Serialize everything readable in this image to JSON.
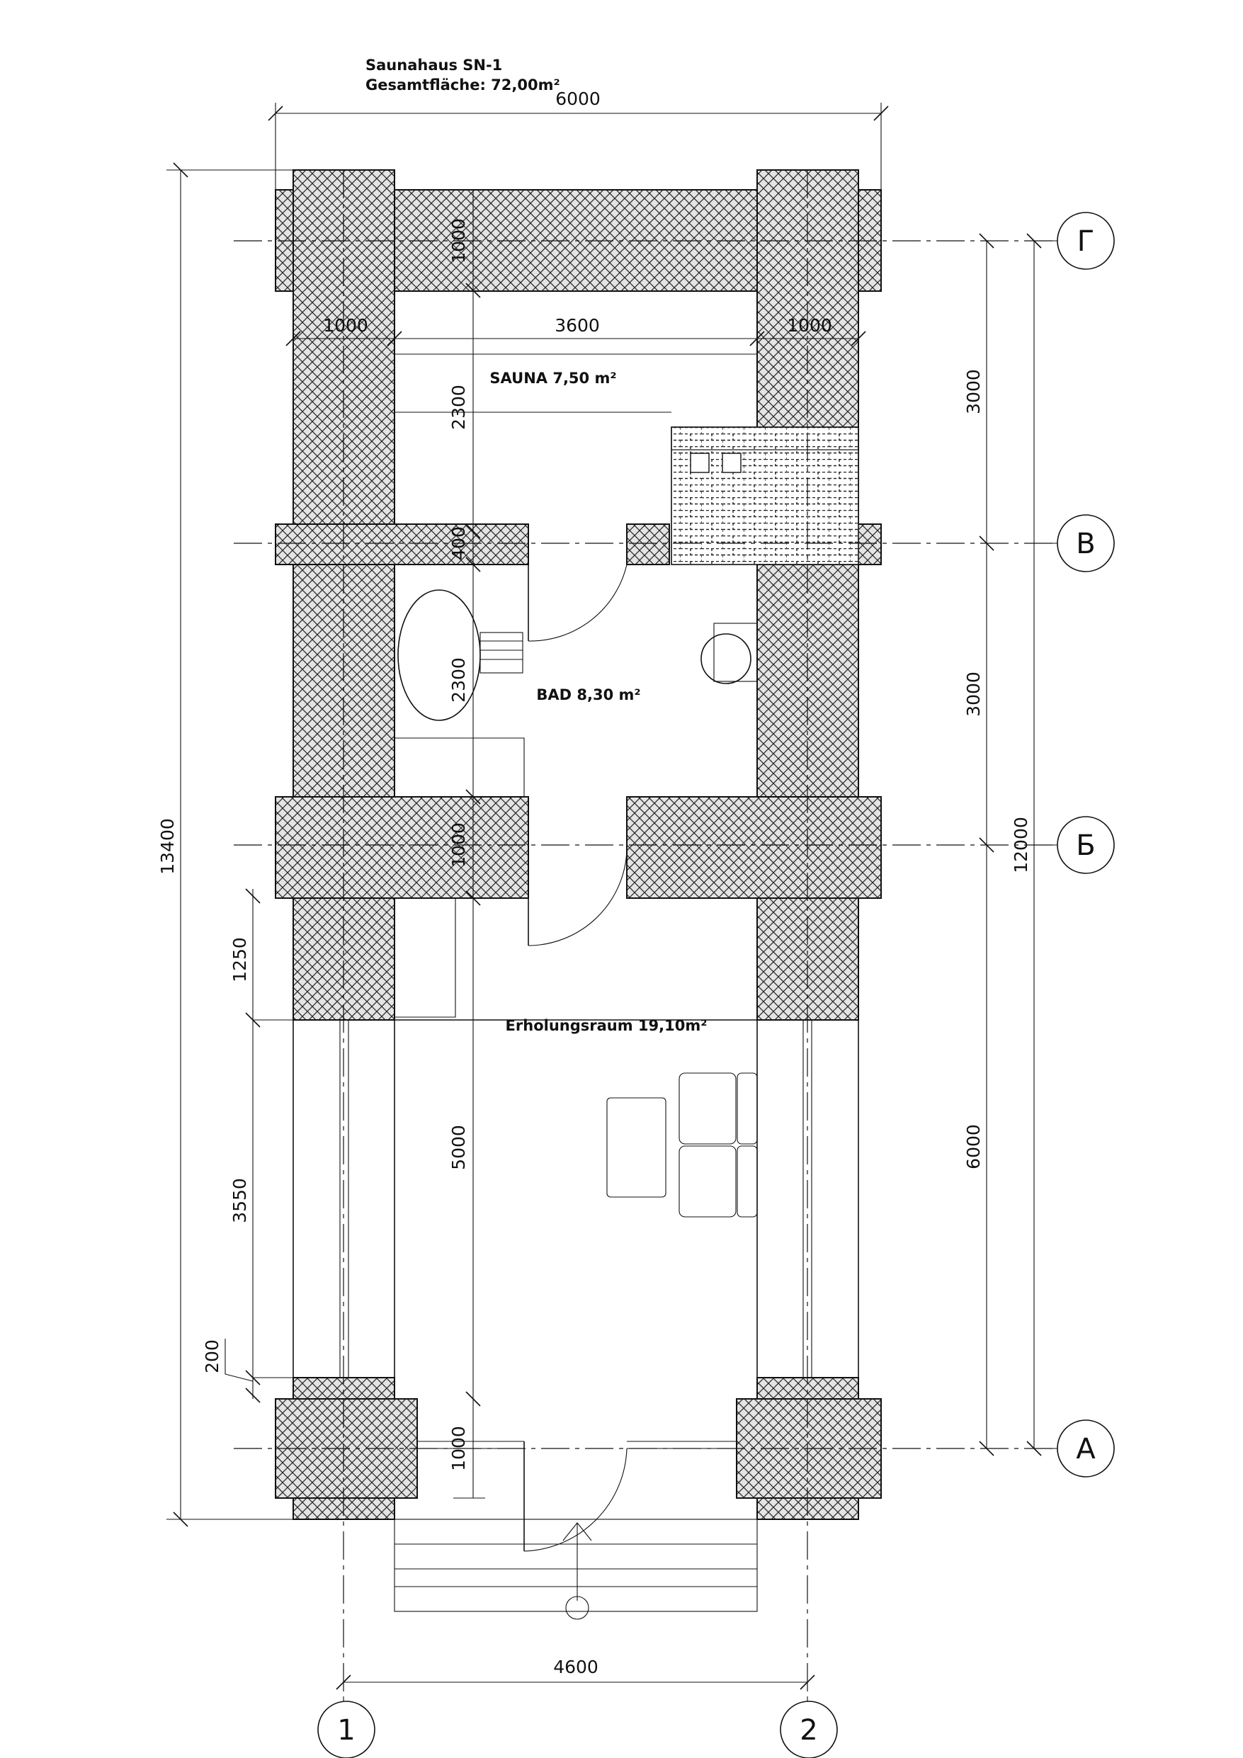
{
  "header": {
    "title": "Saunahaus SN-1",
    "total_area": "Gesamtfläche: 72,00m²"
  },
  "rooms": {
    "sauna": "SAUNA 7,50 m²",
    "bath": "BAD 8,30 m²",
    "rest": "Erholungsraum 19,10m²"
  },
  "dimensions": {
    "top_width": "6000",
    "inner_left_1000": "1000",
    "inner_width": "3600",
    "inner_right_1000": "1000",
    "overall_height": "13400",
    "axes_total": "12000",
    "bay_g_v": "3000",
    "bay_v_b": "3000",
    "bay_b_a": "6000",
    "top_wall": "1000",
    "sauna_depth": "2300",
    "partition_1": "400",
    "bath_depth": "2300",
    "partition_2": "1000",
    "rest_depth": "5000",
    "bottom_wall": "1000",
    "left_1250": "1250",
    "left_3550": "3550",
    "left_200": "200",
    "bottom_width": "4600"
  },
  "axes": {
    "rows": [
      "Г",
      "В",
      "Б",
      "А"
    ],
    "columns": [
      "1",
      "2"
    ]
  }
}
